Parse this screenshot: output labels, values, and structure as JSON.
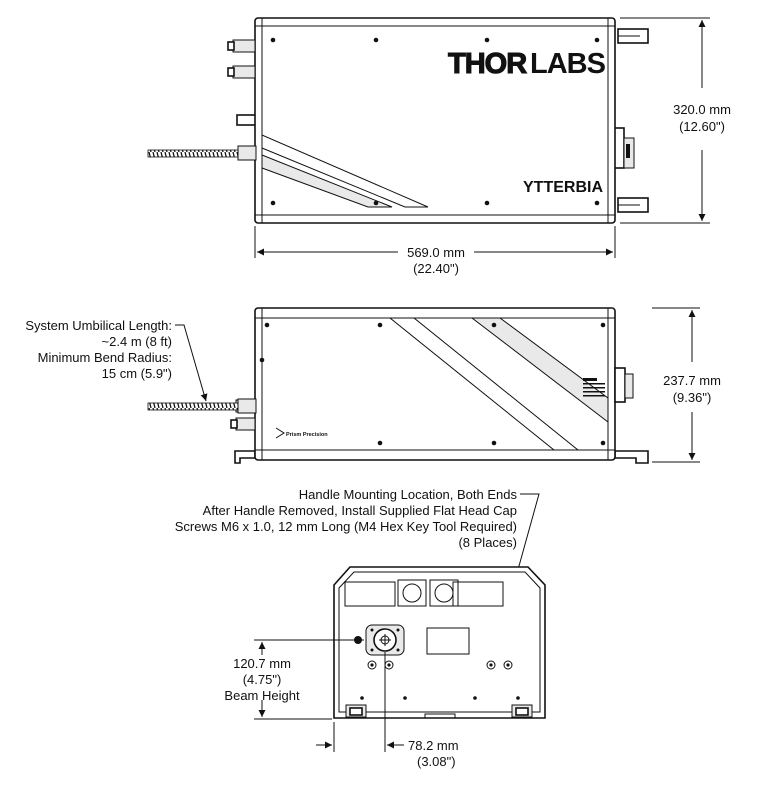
{
  "title": "",
  "brand": {
    "logo_thor": "THOR",
    "logo_labs": "LABS",
    "product_name": "YTTERBIA",
    "side_logo": "Prism Precision"
  },
  "top_view": {
    "height_mm": "320.0 mm",
    "height_in": "(12.60\")",
    "width_mm": "569.0 mm",
    "width_in": "(22.40\")"
  },
  "side_view": {
    "umbilical_line1": "System Umbilical Length:",
    "umbilical_line2": "~2.4 m (8 ft)",
    "bend_line1": "Minimum Bend Radius:",
    "bend_line2": "15 cm (5.9\")",
    "height_mm": "237.7 mm",
    "height_in": "(9.36\")"
  },
  "end_view": {
    "note_line1": "Handle Mounting Location, Both Ends",
    "note_line2": "After Handle Removed, Install Supplied Flat Head Cap",
    "note_line3": "Screws M6 x 1.0, 12 mm Long (M4 Hex Key Tool Required)",
    "note_line4": "(8 Places)",
    "beam_mm": "120.7 mm",
    "beam_in": "(4.75\")",
    "beam_label": "Beam Height",
    "offset_mm": "78.2 mm",
    "offset_in": "(3.08\")"
  }
}
